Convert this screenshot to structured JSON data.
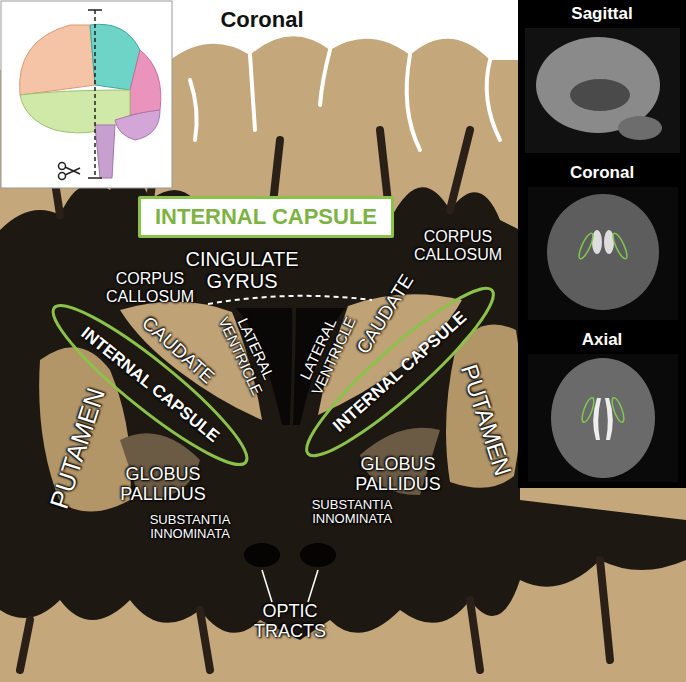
{
  "diagram": {
    "title": "Coronal",
    "nodes": [
      {
        "text": [
          "INTERNAL CAPSULE"
        ]
      },
      {
        "text": [
          "INTERNAL CAPSULE"
        ]
      },
      {
        "text": [
          "INTERNAL CAPSULE"
        ]
      }
    ],
    "labels": [
      "Sagittal",
      "Coronal",
      "Axial",
      "CINGULATE GYRUS",
      "CORPUS CALLOSUM",
      "CORPUS CALLOSUM",
      "LATERAL VENTRICLE",
      "LATERAL VENTRICLE",
      "CAUDATE",
      "CAUDATE",
      "PUTAMEN",
      "PUTAMEN",
      "GLOBUS PALLIDUS",
      "GLOBUS PALLIDUS",
      "SUBSTANTIA INNOMINATA",
      "SUBSTANTIA INNOMINATA",
      "OPTIC TRACTS"
    ]
  }
}
